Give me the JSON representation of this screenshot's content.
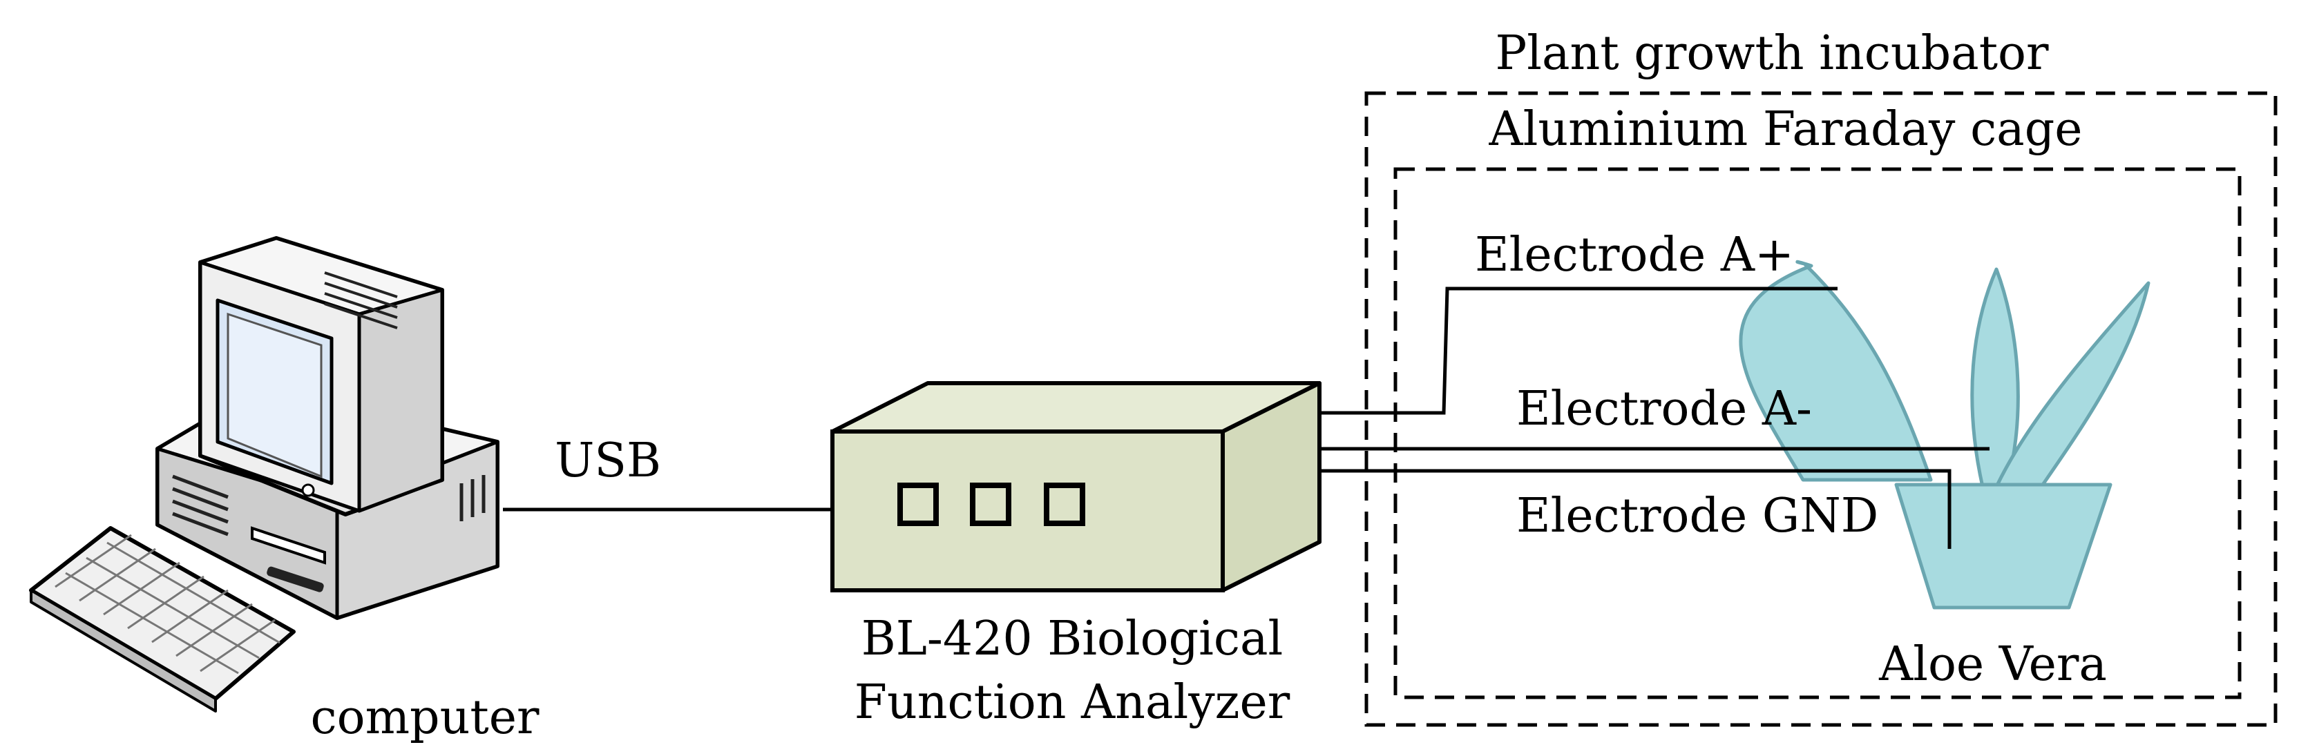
{
  "labels": {
    "incubator": "Plant growth incubator",
    "faraday_cage": "Aluminium Faraday cage",
    "electrode_a_plus": "Electrode A+",
    "electrode_a_minus": "Electrode A-",
    "electrode_gnd": "Electrode GND",
    "plant": "Aloe Vera",
    "usb": "USB",
    "computer": "computer",
    "analyzer_line1": "BL-420 Biological",
    "analyzer_line2": "Function Analyzer"
  },
  "colors": {
    "device_face": "#dde3c8",
    "device_top": "#e6ebd5",
    "device_side": "#d3dabb",
    "plant_fill": "#a8dbe0",
    "plant_stroke": "#6aa6b0",
    "computer_light": "#f4f4f4",
    "computer_mid": "#d6d6d6",
    "computer_dark": "#8c8c8c",
    "screen": "#d9e6f5",
    "line": "#000000"
  },
  "icons": [
    "computer-icon",
    "keyboard-icon",
    "analyzer-box-icon",
    "aloe-vera-plant-icon"
  ]
}
